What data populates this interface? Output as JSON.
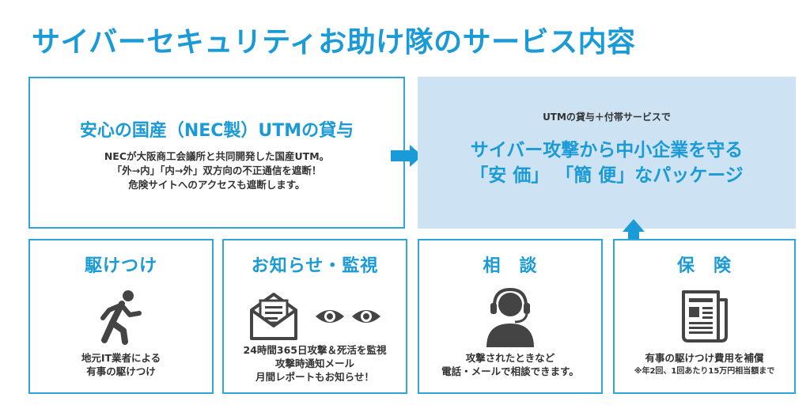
{
  "title": "サイバーセキュリティお助け隊のサービス内容",
  "utm": {
    "heading": "安心の国産（NEC製）UTMの貸与",
    "lines": [
      "NECが大阪商工会議所と共同開発した国産UTM。",
      "「外→内」「内→外」双方向の不正通信を遮断！",
      "危険サイトへのアクセスも遮断します。"
    ]
  },
  "package": {
    "caption": "UTMの貸与＋付帯サービスで",
    "line1": "サイバー攻撃から中小企業を守る",
    "line2": "「安 価」 「簡 便」なパッケージ"
  },
  "cards": {
    "rush": {
      "title": "駆けつけ",
      "lines": [
        "地元IT業者による",
        "有事の駆けつけ"
      ],
      "icon": "running-person-icon"
    },
    "monitor": {
      "title": "お知らせ・監視",
      "lines": [
        "24時間365日攻撃＆死活を監視",
        "攻撃時通知メール",
        "月間レポートもお知らせ！"
      ],
      "icons": [
        "mail-icon",
        "eyes-icon"
      ]
    },
    "consult": {
      "title": "相　談",
      "lines": [
        "攻撃されたときなど",
        "電話・メールで相談できます。"
      ],
      "icon": "headset-operator-icon"
    },
    "insurance": {
      "title": "保　険",
      "lines": [
        "有事の駆けつけ費用を補償"
      ],
      "note": "※年2回、1回あたり15万円相当額まで",
      "icon": "newspaper-document-icon"
    }
  },
  "colors": {
    "accent": "#1a9ad6",
    "border": "#2da6dc",
    "highlight_bg": "#cde3f3",
    "icon": "#444444"
  }
}
